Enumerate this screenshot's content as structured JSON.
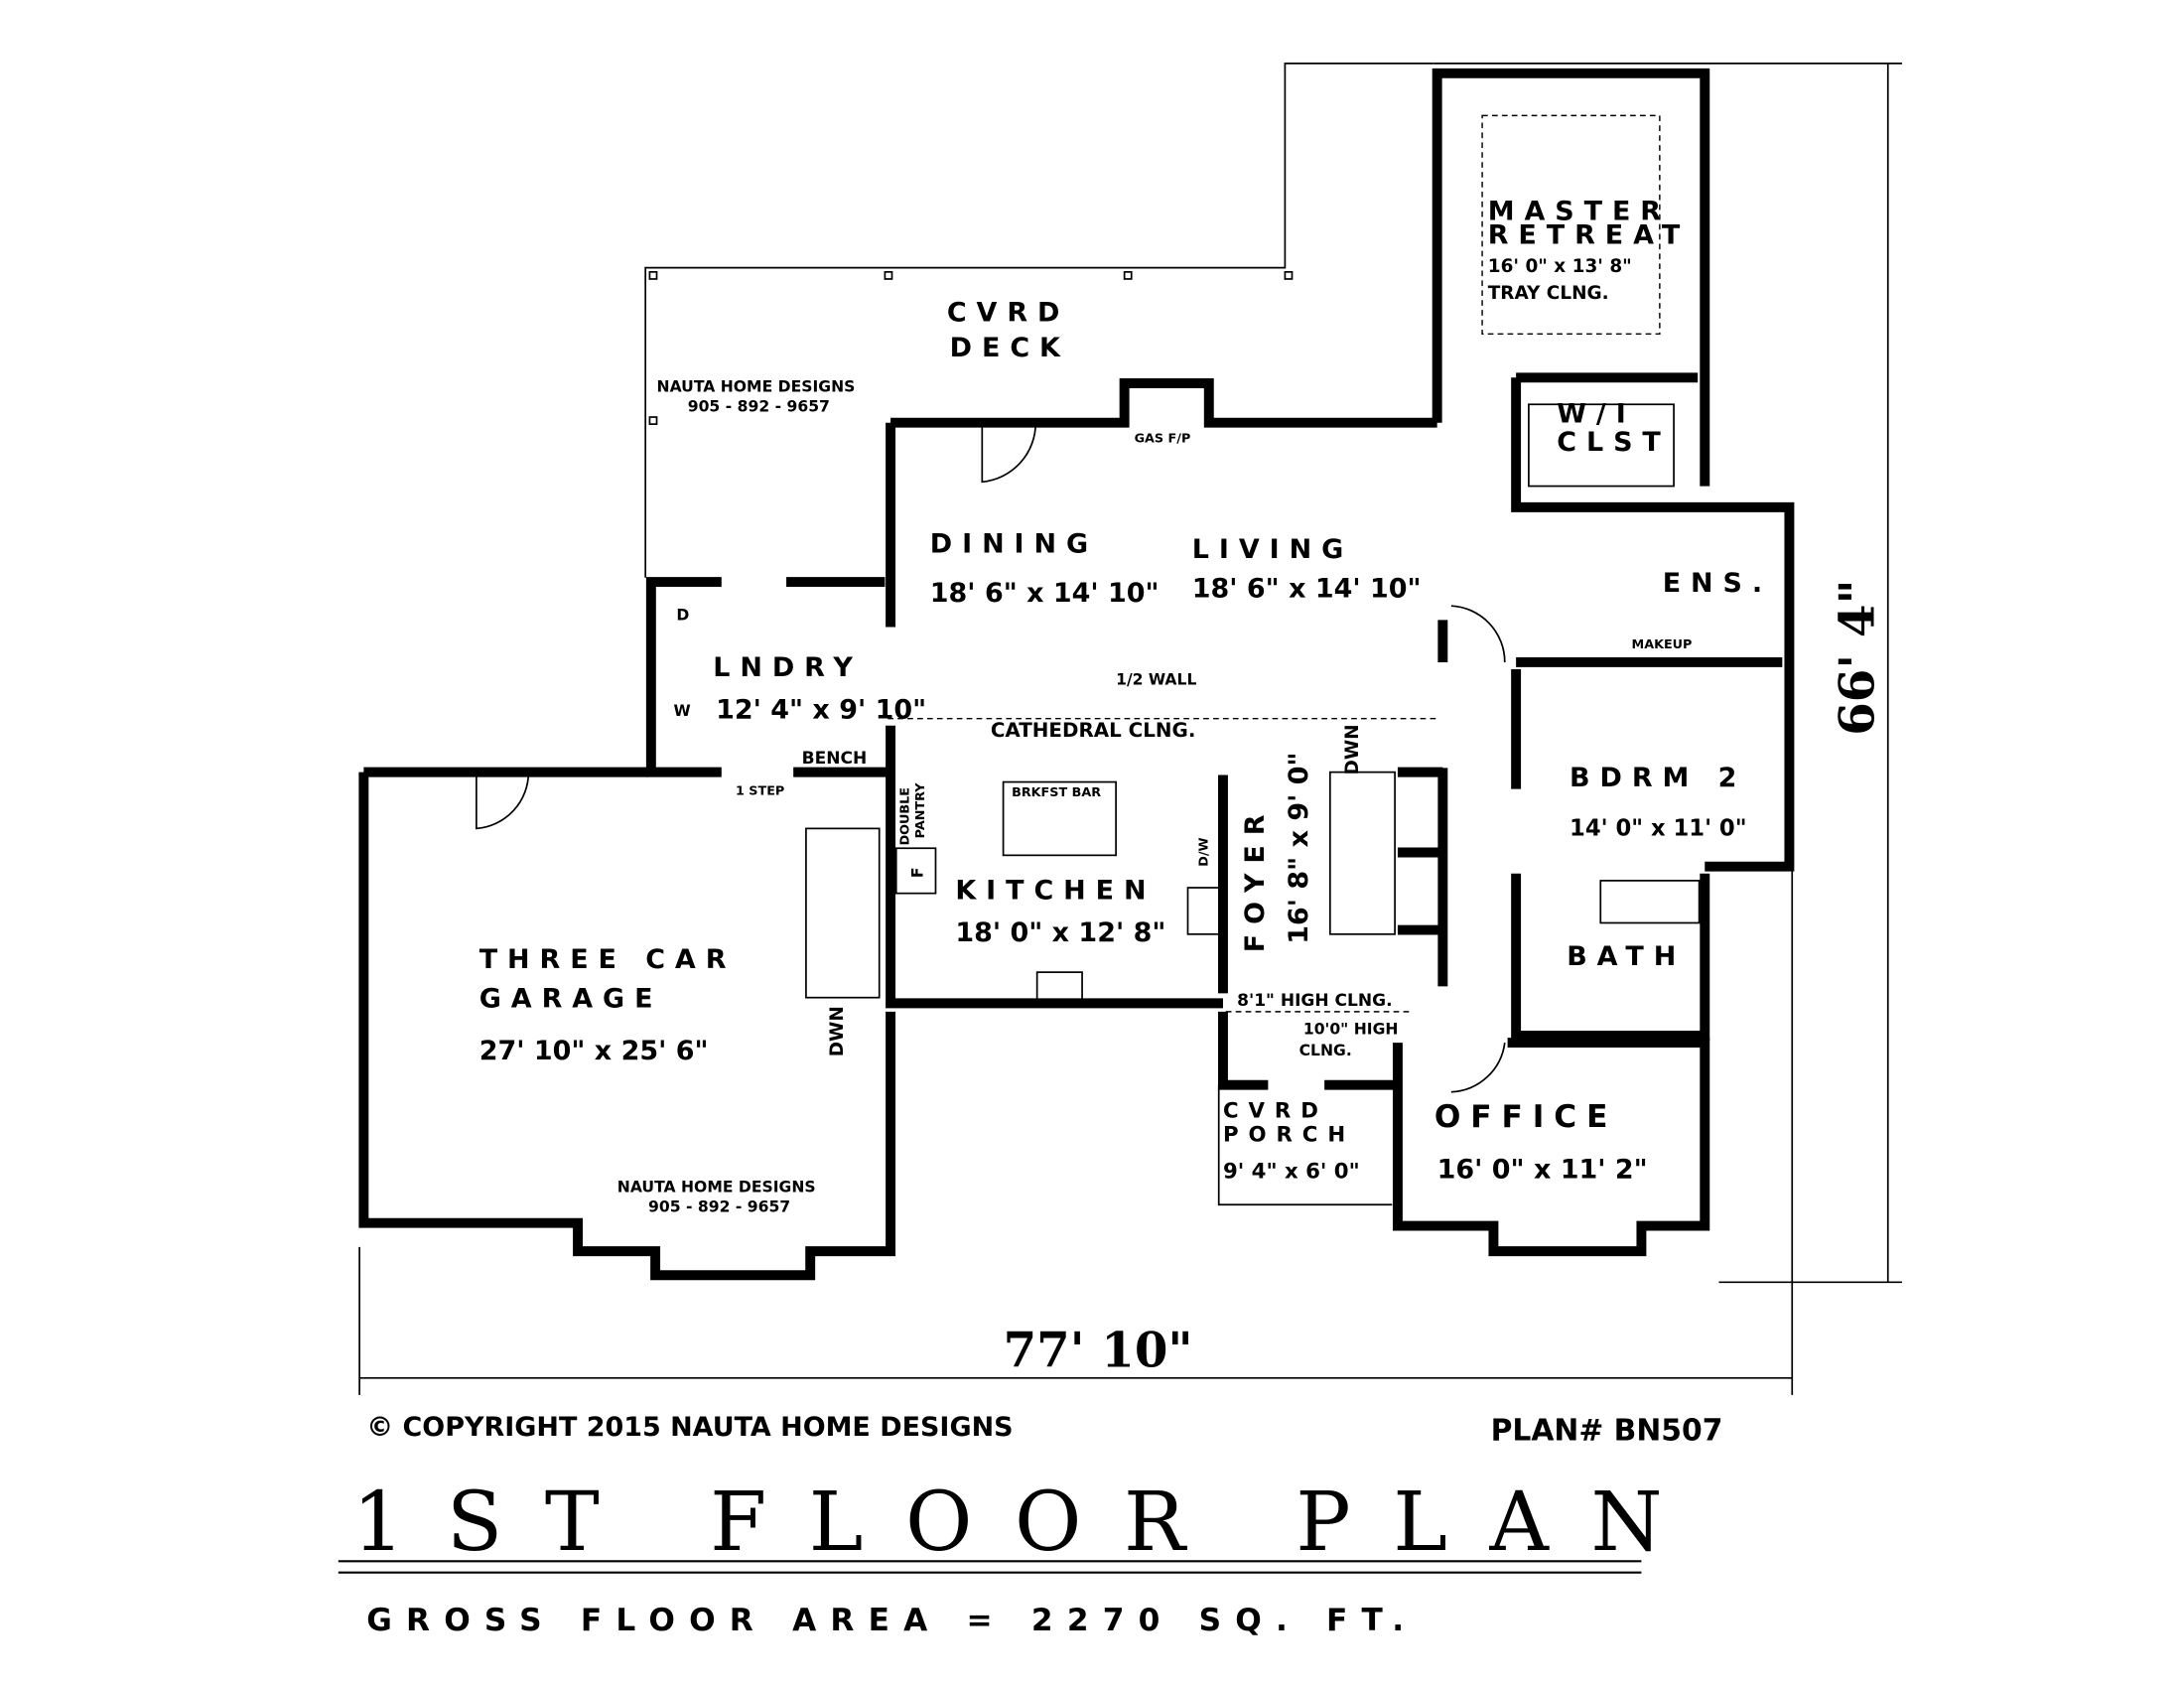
{
  "rooms": {
    "deck": {
      "name1": "CVRD",
      "name2": "DECK"
    },
    "dining": {
      "name": "DINING",
      "size": "18' 6\" x 14' 10\""
    },
    "living": {
      "name": "LIVING",
      "size": "18' 6\" x 14' 10\""
    },
    "master": {
      "name1": "MASTER",
      "name2": "RETREAT",
      "size": "16' 0\" x 13' 8\"",
      "note": "TRAY CLNG."
    },
    "wic": {
      "name1": "W/I",
      "name2": "CLST"
    },
    "ens": {
      "name": "ENS.",
      "makeup": "MAKEUP"
    },
    "laundry": {
      "name": "LNDRY",
      "size": "12' 4\" x 9' 10\"",
      "dryer": "D",
      "washer": "W"
    },
    "bdrm2": {
      "name": "BDRM 2",
      "size": "14' 0\" x 11' 0\""
    },
    "kitchen": {
      "name": "KITCHEN",
      "size": "18' 0\" x 12' 8\"",
      "bar": "BRKFST BAR",
      "pantry1": "DOUBLE",
      "pantry2": "PANTRY",
      "fridge": "F",
      "dw": "D/W"
    },
    "foyer": {
      "name": "FOYER",
      "size": "16' 8\" x 9' 0\""
    },
    "bath": {
      "name": "BATH"
    },
    "garage": {
      "name1": "THREE CAR",
      "name2": "GARAGE",
      "size": "27' 10\" x 25' 6\""
    },
    "porch": {
      "name1": "CVRD",
      "name2": "PORCH",
      "size": "9' 4\" x 6' 0\""
    },
    "office": {
      "name": "OFFICE",
      "size": "16' 0\" x 11' 2\""
    }
  },
  "notes": {
    "gas_fp": "GAS F/P",
    "half_wall": "1/2 WALL",
    "cathedral": "CATHEDRAL CLNG.",
    "bench": "BENCH",
    "step": "1 STEP",
    "down": "DWN",
    "high_clng_1": "8'1\" HIGH CLNG.",
    "high_clng_2a": "10'0\" HIGH",
    "high_clng_2b": "CLNG.",
    "designer": "NAUTA HOME DESIGNS",
    "phone": "905 - 892 - 9657"
  },
  "dimensions": {
    "width": "77' 10\"",
    "depth": "66' 4\""
  },
  "footer": {
    "copyright": "©  COPYRIGHT 2015 NAUTA HOME DESIGNS",
    "plan_number": "PLAN# BN507",
    "title": "1ST FLOOR PLAN",
    "gross_area": "GROSS FLOOR AREA = 2270  SQ. FT."
  }
}
